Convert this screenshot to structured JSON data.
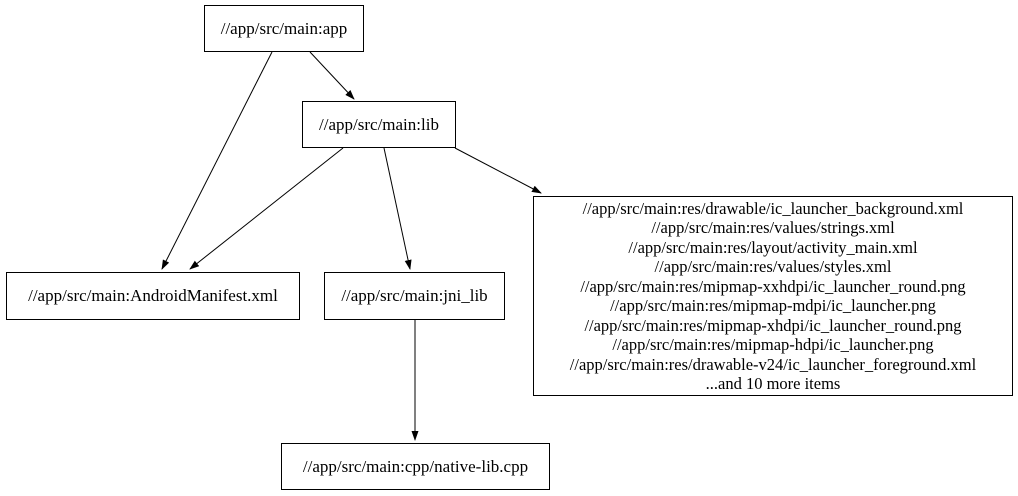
{
  "diagram": {
    "type": "dependency-graph",
    "nodes": {
      "app": {
        "label": "//app/src/main:app"
      },
      "lib": {
        "label": "//app/src/main:lib"
      },
      "android_manifest": {
        "label": "//app/src/main:AndroidManifest.xml"
      },
      "jni_lib": {
        "label": "//app/src/main:jni_lib"
      },
      "native_lib_cpp": {
        "label": "//app/src/main:cpp/native-lib.cpp"
      },
      "res_group": {
        "lines": [
          "//app/src/main:res/drawable/ic_launcher_background.xml",
          "//app/src/main:res/values/strings.xml",
          "//app/src/main:res/layout/activity_main.xml",
          "//app/src/main:res/values/styles.xml",
          "//app/src/main:res/mipmap-xxhdpi/ic_launcher_round.png",
          "//app/src/main:res/mipmap-mdpi/ic_launcher.png",
          "//app/src/main:res/mipmap-xhdpi/ic_launcher_round.png",
          "//app/src/main:res/mipmap-hdpi/ic_launcher.png",
          "//app/src/main:res/drawable-v24/ic_launcher_foreground.xml",
          "...and 10 more items"
        ]
      }
    },
    "edges": [
      {
        "from": "app",
        "to": "android_manifest"
      },
      {
        "from": "app",
        "to": "lib"
      },
      {
        "from": "lib",
        "to": "android_manifest"
      },
      {
        "from": "lib",
        "to": "jni_lib"
      },
      {
        "from": "lib",
        "to": "res_group"
      },
      {
        "from": "jni_lib",
        "to": "native_lib_cpp"
      }
    ],
    "colors": {
      "node_border": "#000000",
      "node_fill": "#ffffff",
      "edge": "#000000",
      "text": "#000000",
      "background": "#ffffff"
    }
  }
}
